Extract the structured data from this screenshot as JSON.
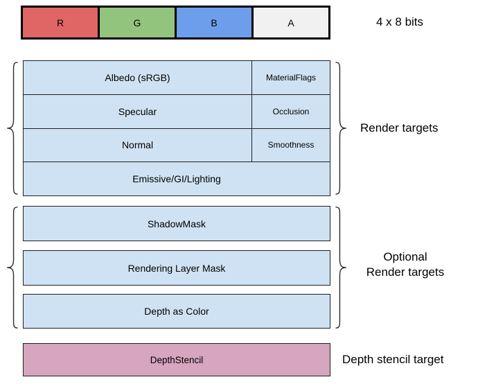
{
  "bits_bar": {
    "caption": "4 x 8 bits",
    "cells": [
      {
        "label": "R",
        "color": "#e06666"
      },
      {
        "label": "G",
        "color": "#93c47d"
      },
      {
        "label": "B",
        "color": "#6d9eeb"
      },
      {
        "label": "A",
        "color": "#f1f1f1"
      }
    ]
  },
  "render_targets": {
    "group_label": "Render targets",
    "fill": "#cfe2f3",
    "rows": [
      {
        "main": "Albedo (sRGB)",
        "alpha": "MaterialFlags"
      },
      {
        "main": "Specular",
        "alpha": "Occlusion"
      },
      {
        "main": "Normal",
        "alpha": "Smoothness"
      },
      {
        "main": "Emissive/GI/Lighting"
      }
    ]
  },
  "optional_render_targets": {
    "group_label_line1": "Optional",
    "group_label_line2": "Render targets",
    "fill": "#cfe2f3",
    "rows": [
      "ShadowMask",
      "Rendering Layer Mask",
      "Depth as Color"
    ]
  },
  "depth_stencil": {
    "group_label": "Depth stencil target",
    "fill": "#d5a6bd",
    "row": "DepthStencil"
  }
}
